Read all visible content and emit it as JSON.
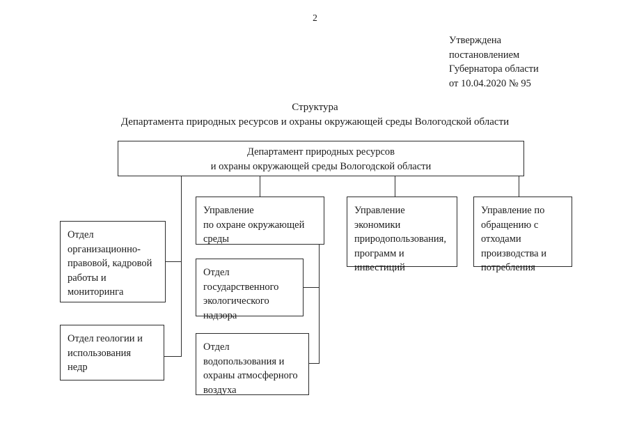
{
  "document": {
    "page_number": "2",
    "approval": [
      "Утверждена",
      "постановлением",
      "Губернатора области",
      "от 10.04.2020 № 95"
    ],
    "title_line_1": "Структура",
    "title_line_2": "Департамента природных ресурсов и охраны окружающей среды Вологодской области"
  },
  "chart_data": {
    "type": "diagram",
    "title": "Структура Департамента природных ресурсов и охраны окружающей среды Вологодской области",
    "orientation": "top-down org chart",
    "nodes": [
      {
        "id": "root",
        "level": 0,
        "label": "Департамент природных ресурсов\nи охраны окружающей среды Вологодской области",
        "parent": null
      },
      {
        "id": "org",
        "level": 1,
        "label": "Отдел\nорганизационно-\nправовой, кадровой\nработы и\nмониторинга",
        "parent": "root"
      },
      {
        "id": "geo",
        "level": 1,
        "label": "Отдел геологии и\nиспользования\nнедр",
        "parent": "root"
      },
      {
        "id": "env",
        "level": 1,
        "label": "Управление\nпо охране окружающей\nсреды",
        "parent": "root"
      },
      {
        "id": "econ",
        "level": 1,
        "label": "Управление\nэкономики\nприродопользования,\nпрограмм и\nинвестиций",
        "parent": "root"
      },
      {
        "id": "waste",
        "level": 1,
        "label": "Управление по\nобращению с\nотходами\nпроизводства и\nпотребления",
        "parent": "root"
      },
      {
        "id": "supervision",
        "level": 2,
        "label": "Отдел\nгосударственного\nэкологического\nнадзора",
        "parent": "env"
      },
      {
        "id": "water",
        "level": 2,
        "label": "Отдел\nводопользования и\nохраны атмосферного\nвоздуха",
        "parent": "env"
      }
    ],
    "edges": [
      {
        "from": "root",
        "to": "org"
      },
      {
        "from": "root",
        "to": "geo"
      },
      {
        "from": "root",
        "to": "env"
      },
      {
        "from": "root",
        "to": "econ"
      },
      {
        "from": "root",
        "to": "waste"
      },
      {
        "from": "env",
        "to": "supervision"
      },
      {
        "from": "env",
        "to": "water"
      }
    ]
  }
}
